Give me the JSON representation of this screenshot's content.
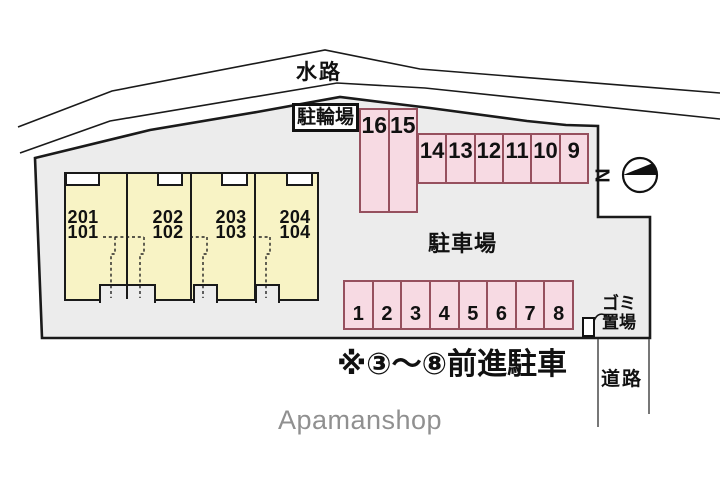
{
  "title": "apartment site plan",
  "colors": {
    "site_fill": "#ececec",
    "outline": "#1a1a1a",
    "building_fill": "#f8f3c5",
    "parking_fill": "#f7dae3",
    "parking_border": "#96505e",
    "brand_gray": "#909090"
  },
  "labels": {
    "waterway": "水路",
    "bicycle_parking": "駐輪場",
    "parking_lot": "駐車場",
    "garbage_line1": "ゴミ",
    "garbage_line2": "置場",
    "road": "道路",
    "note": "※③～⑧前進駐車",
    "brand": "Apamanshop",
    "north": "N"
  },
  "building": {
    "units": [
      {
        "upper": "201",
        "lower": "101"
      },
      {
        "upper": "202",
        "lower": "102"
      },
      {
        "upper": "203",
        "lower": "103"
      },
      {
        "upper": "204",
        "lower": "104"
      }
    ]
  },
  "parking": {
    "vertical_pair": [
      "16",
      "15"
    ],
    "upper_row": [
      "14",
      "13",
      "12",
      "11",
      "10",
      "9"
    ],
    "lower_row": [
      "1",
      "2",
      "3",
      "4",
      "5",
      "6",
      "7",
      "8"
    ]
  }
}
